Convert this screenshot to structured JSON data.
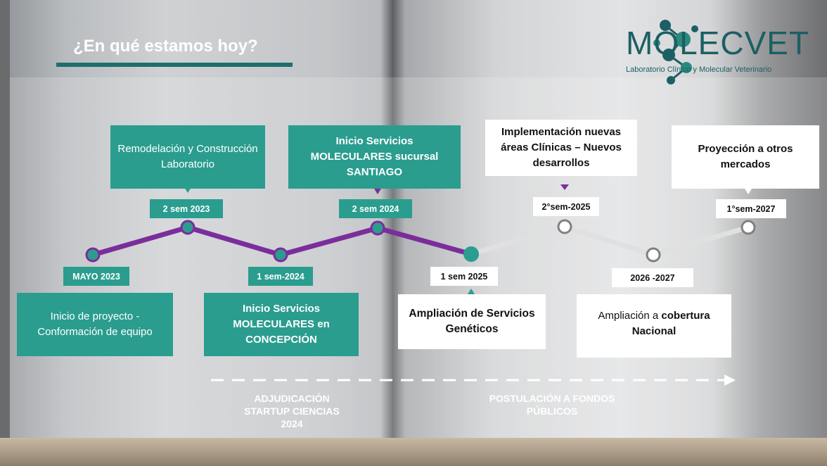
{
  "header": {
    "title": "¿En qué estamos hoy?"
  },
  "logo": {
    "name": "MOLECVET",
    "subtitle": "Laboratorio Clínico y Molecular Veterinario"
  },
  "colors": {
    "teal": "#2a9d8f",
    "purple": "#7b2d9b",
    "gray": "#d9d9d9",
    "title_bar": "#1e6e6e"
  },
  "milestones": [
    {
      "date": "MAYO 2023",
      "text": "Inicio de proyecto - Conformación de equipo",
      "status": "completed"
    },
    {
      "date": "2 sem 2023",
      "text": "Remodelación y Construcción Laboratorio",
      "status": "completed"
    },
    {
      "date": "1 sem-2024",
      "text": "Inicio Servicios MOLECULARES en CONCEPCIÓN",
      "status": "completed"
    },
    {
      "date": "2 sem 2024",
      "text": "Inicio Servicios MOLECULARES sucursal SANTIAGO",
      "status": "completed"
    },
    {
      "date": "1 sem 2025",
      "text": "Ampliación de Servicios Genéticos",
      "status": "current"
    },
    {
      "date": "2°sem-2025",
      "text": "Implementación nuevas áreas Clínicas – Nuevos desarrollos",
      "status": "future"
    },
    {
      "date": "2026 -2027",
      "text_before": "Ampliación a ",
      "text_bold": "cobertura Nacional",
      "status": "future"
    },
    {
      "date": "1°sem-2027",
      "text": "Proyección a otros mercados",
      "status": "future"
    }
  ],
  "notes": {
    "award": "ADJUDICACIÓN STARTUP CIENCIAS 2024",
    "funds": "POSTULACIÓN A FONDOS PÚBLICOS"
  }
}
